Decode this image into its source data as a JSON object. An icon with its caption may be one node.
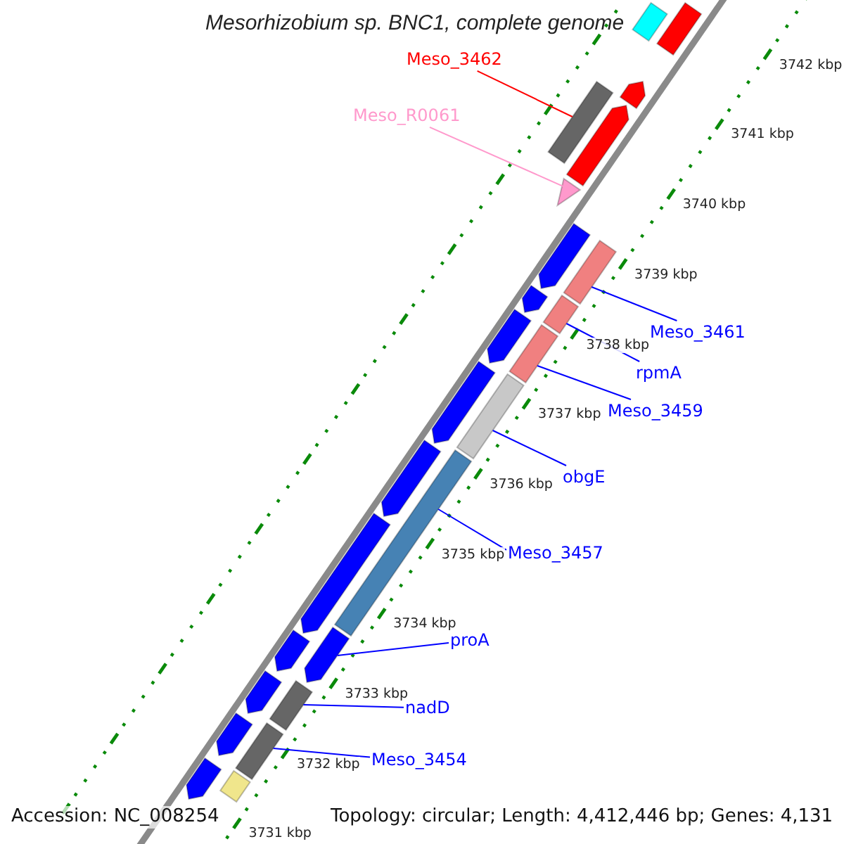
{
  "diagram": {
    "title": "Mesorhizobium sp. BNC1, complete genome",
    "nodes": [
      {
        "text": [
          "Meso_3462"
        ]
      },
      {
        "text": [
          "Meso_R0061"
        ]
      },
      {
        "text": [
          "Meso_3461"
        ]
      },
      {
        "text": [
          "rpmA"
        ]
      },
      {
        "text": [
          "Meso_3459"
        ]
      },
      {
        "text": [
          "obgE"
        ]
      },
      {
        "text": [
          "Meso_3457"
        ]
      },
      {
        "text": [
          "proA"
        ]
      },
      {
        "text": [
          "nadD"
        ]
      },
      {
        "text": [
          "Meso_3454"
        ]
      },
      {
        "text": [],
        "shape": "bar"
      },
      {
        "text": [],
        "shape": "triangle"
      },
      {
        "text": [],
        "shape": "bar"
      },
      {
        "text": [],
        "shape": "bar"
      },
      {
        "text": [],
        "shape": "bar"
      },
      {
        "text": [],
        "shape": "bar"
      },
      {
        "text": [],
        "shape": "bar"
      },
      {
        "text": [],
        "shape": "bar"
      },
      {
        "text": [],
        "shape": "bar"
      },
      {
        "text": [],
        "shape": "bar"
      },
      {
        "text": [],
        "shape": "bar"
      },
      {
        "text": [],
        "shape": "bar"
      },
      {
        "text": [],
        "shape": "bar"
      },
      {
        "text": [],
        "shape": "bar"
      },
      {
        "text": [],
        "shape": "bar"
      },
      {
        "text": [],
        "shape": "bar"
      },
      {
        "text": [],
        "shape": "bar"
      },
      {
        "text": [],
        "shape": "bar"
      },
      {
        "text": [],
        "shape": "bar"
      },
      {
        "text": [],
        "shape": "bar"
      },
      {
        "text": [],
        "shape": "bar"
      },
      {
        "text": [],
        "shape": "bar"
      },
      {
        "text": [],
        "shape": "bar"
      },
      {
        "text": [],
        "shape": "bar"
      },
      {
        "text": [],
        "shape": "bar"
      }
    ],
    "edges": [
      {
        "from": 0,
        "to": 10,
        "arrow": "none",
        "color": "#ff0000"
      },
      {
        "from": 1,
        "to": 11,
        "arrow": "none",
        "color": "#ff99cc"
      },
      {
        "from": 2,
        "to": 12,
        "arrow": "none"
      },
      {
        "from": 3,
        "to": 13,
        "arrow": "none"
      },
      {
        "from": 4,
        "to": 14,
        "arrow": "none"
      },
      {
        "from": 5,
        "to": 15,
        "arrow": "none"
      },
      {
        "from": 6,
        "to": 16,
        "arrow": "none"
      },
      {
        "from": 7,
        "to": 17,
        "arrow": "none"
      },
      {
        "from": 8,
        "to": 18,
        "arrow": "none"
      },
      {
        "from": 9,
        "to": 19,
        "arrow": "none"
      }
    ],
    "labels": [
      "3742 kbp",
      "3741 kbp",
      "3740 kbp",
      "3739 kbp",
      "3738 kbp",
      "3737 kbp",
      "3736 kbp",
      "3735 kbp",
      "3734 kbp",
      "3733 kbp",
      "3732 kbp",
      "3731 kbp",
      "Accession: NC_008254",
      "Topology: circular; Length: 4,412,446 bp; Genes: 4,131"
    ]
  }
}
